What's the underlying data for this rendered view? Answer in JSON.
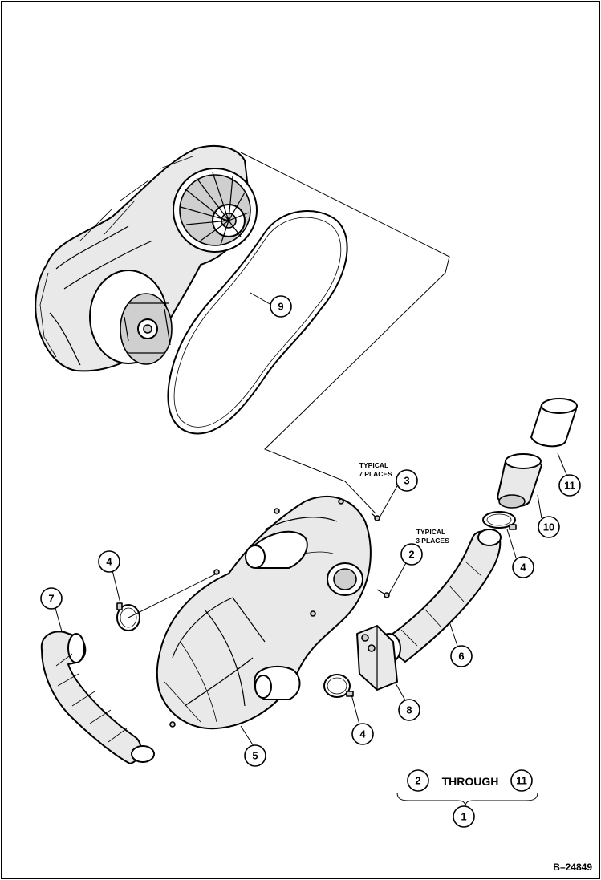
{
  "figure_id": "B–24849",
  "callouts": [
    {
      "id": "9",
      "label": "9"
    },
    {
      "id": "3",
      "label": "3"
    },
    {
      "id": "2",
      "label": "2"
    },
    {
      "id": "11",
      "label": "11"
    },
    {
      "id": "10",
      "label": "10"
    },
    {
      "id": "4a",
      "label": "4"
    },
    {
      "id": "4b",
      "label": "4"
    },
    {
      "id": "4c",
      "label": "4"
    },
    {
      "id": "7",
      "label": "7"
    },
    {
      "id": "6",
      "label": "6"
    },
    {
      "id": "8",
      "label": "8"
    },
    {
      "id": "5",
      "label": "5"
    }
  ],
  "notes": {
    "typical_7": [
      "TYPICAL",
      "7 PLACES"
    ],
    "typical_3": [
      "TYPICAL",
      "3 PLACES"
    ]
  },
  "legend": {
    "from": "2",
    "word": "THROUGH",
    "to": "11",
    "assembly": "1"
  }
}
